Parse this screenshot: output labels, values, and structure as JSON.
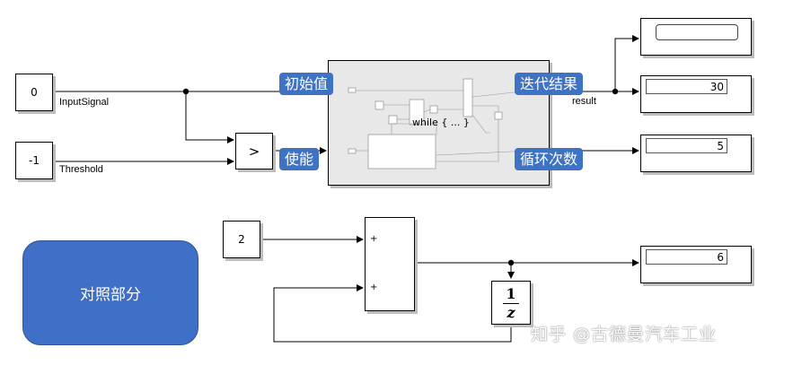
{
  "inputs": {
    "input_value": "0",
    "input_label": "InputSignal",
    "threshold_value": "-1",
    "threshold_label": "Threshold",
    "const2_value": "2"
  },
  "relational_operator": ">",
  "subsystem": {
    "label": "while { ... }",
    "inport_initial": "初始值",
    "inport_enable": "使能",
    "outport_result": "迭代结果",
    "outport_result_signal": "result",
    "outport_count": "循环次数"
  },
  "displays": {
    "top_value": "",
    "result_value": "30",
    "count_value": "5",
    "bottom_value": "6"
  },
  "sum_block": {
    "sign1": "+",
    "sign2": "+"
  },
  "unit_delay": {
    "numerator": "1",
    "denominator": "z"
  },
  "comparison_label": "对照部分",
  "watermark": "知乎 @古德曼汽车工业",
  "colors": {
    "tag_blue": "#3e73c4",
    "ref_blue": "#3f6fc6"
  }
}
